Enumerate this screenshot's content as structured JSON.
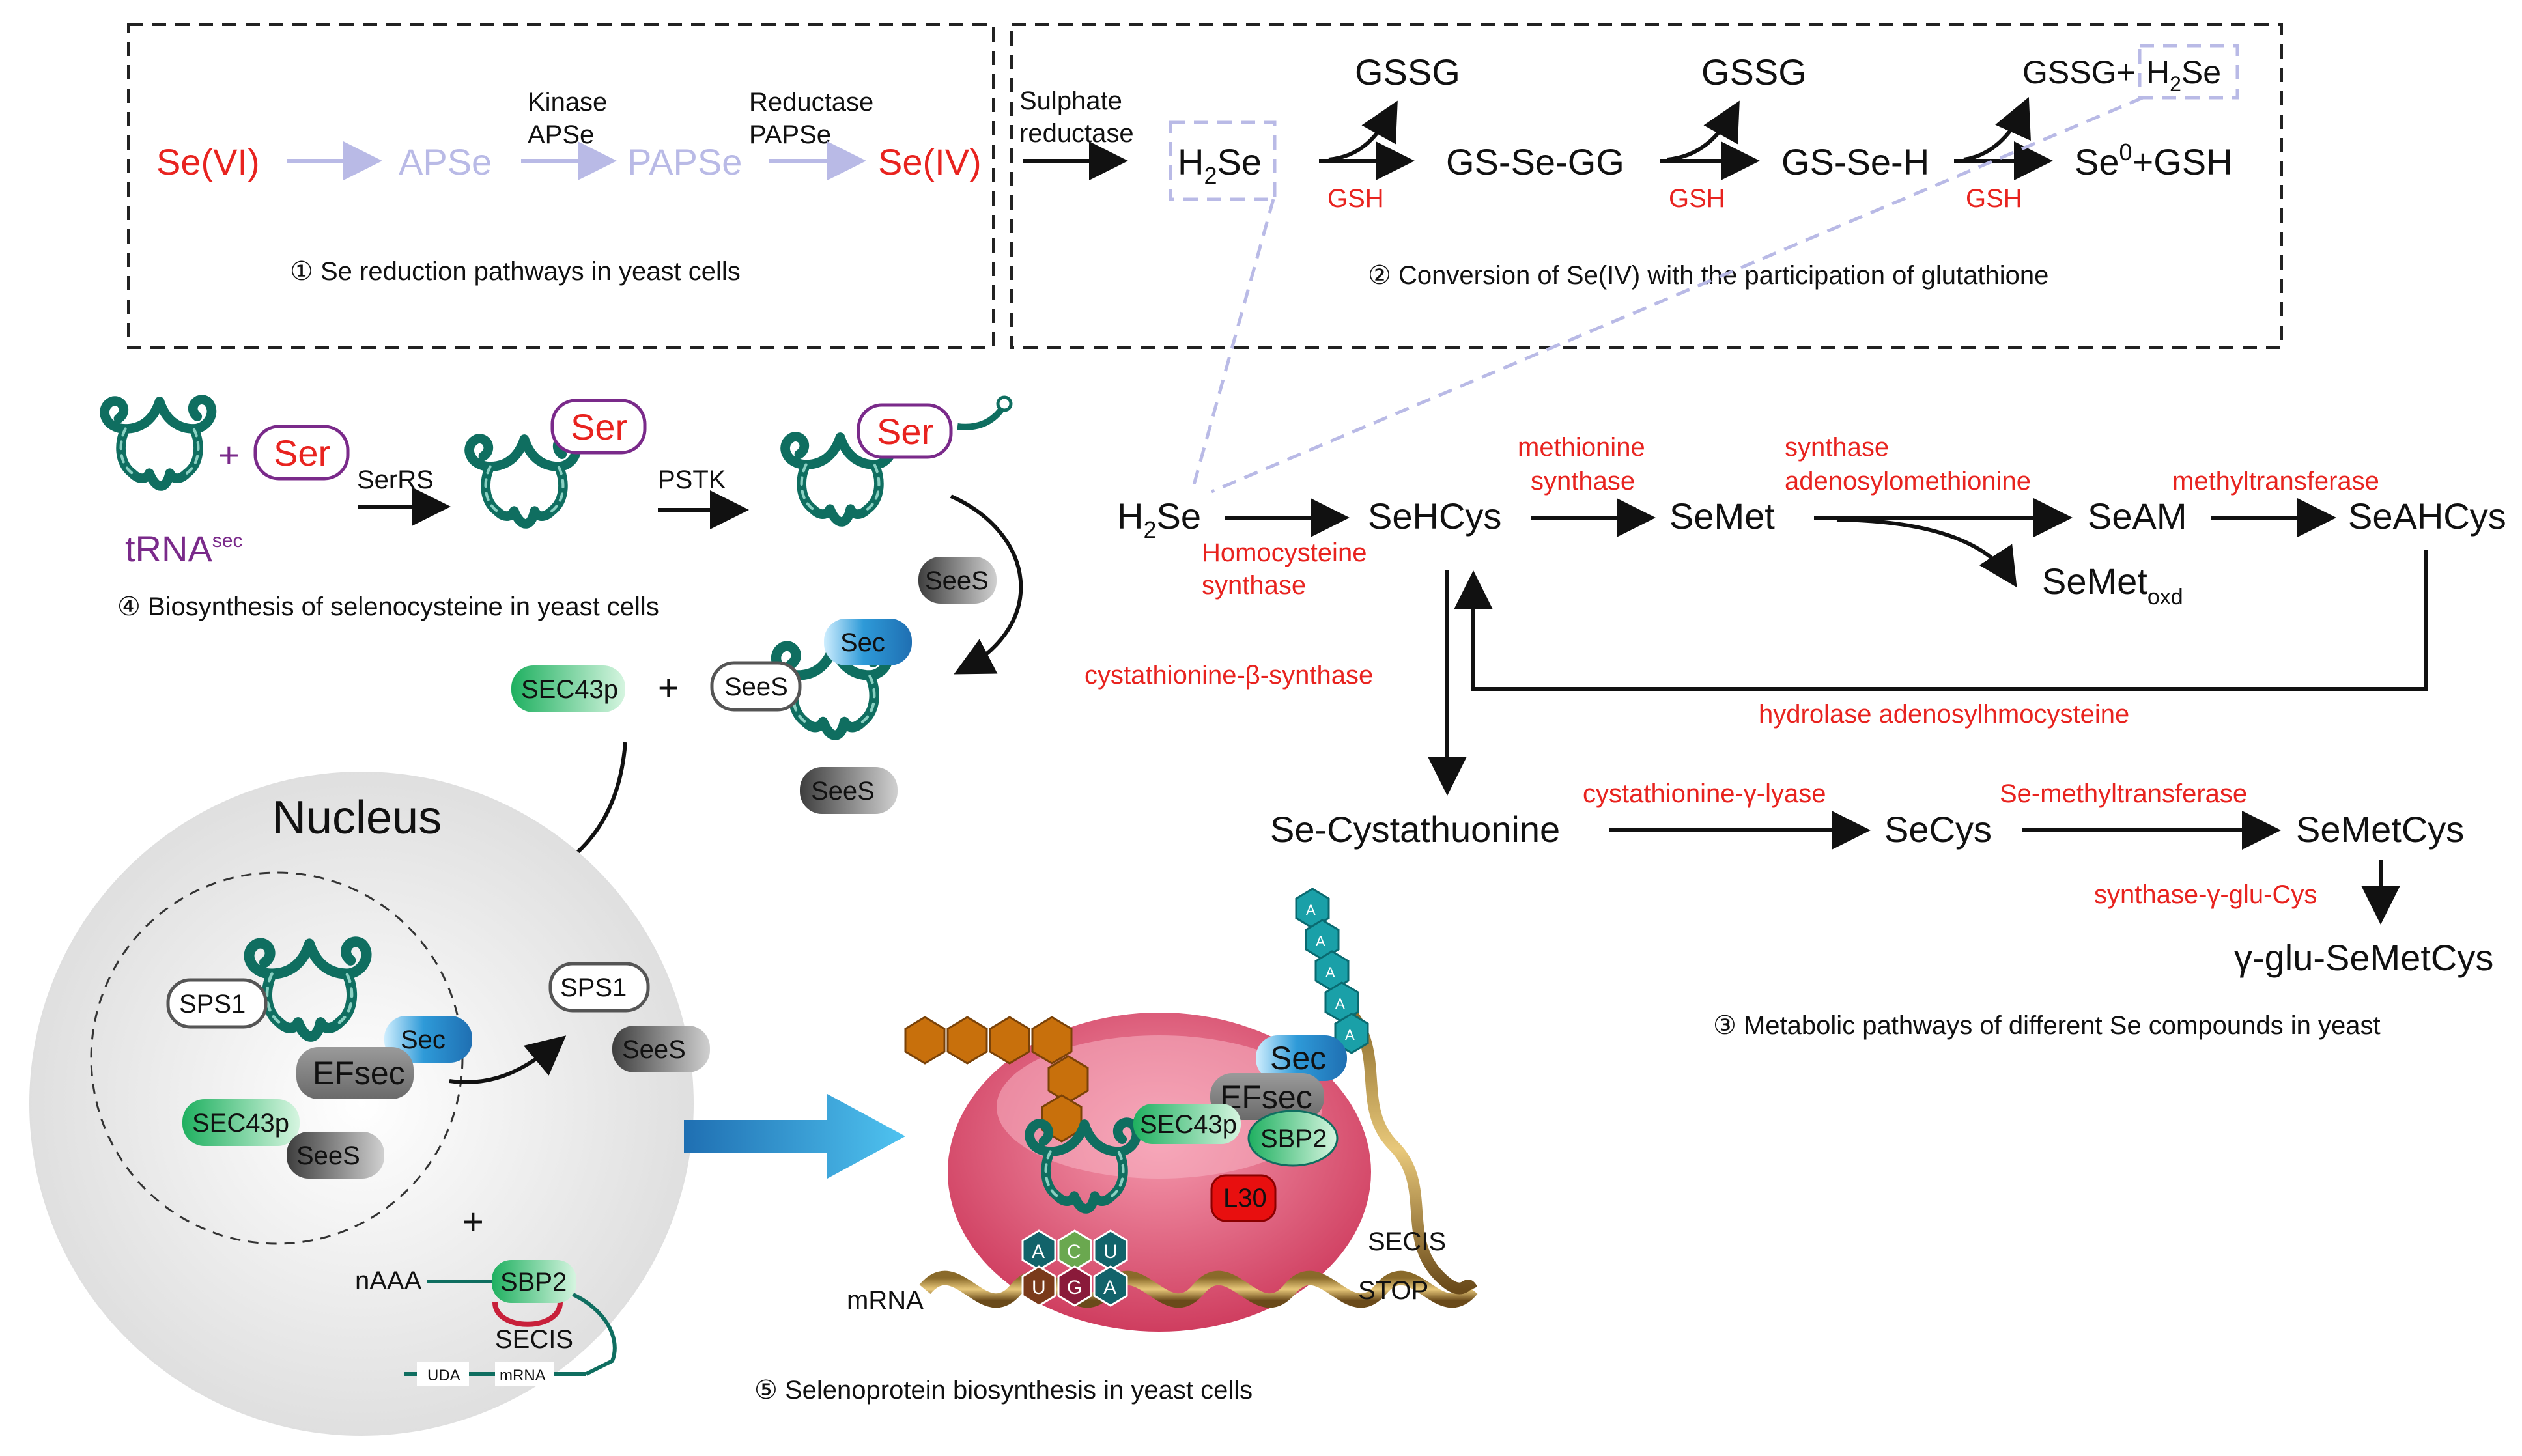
{
  "panel1": {
    "se_vi": "Se(VI)",
    "apse": "APSe",
    "papse": "PAPSe",
    "se_iv": "Se(IV)",
    "kinase_line1": "Kinase",
    "kinase_line2": "APSe",
    "reductase_line1": "Reductase",
    "reductase_line2": "PAPSe",
    "caption": "① Se reduction pathways in yeast cells"
  },
  "panel2": {
    "sulphate_line1": "Sulphate",
    "sulphate_line2": "reductase",
    "h2se_main": "H",
    "h2se_sub": "2",
    "h2se_tail": "Se",
    "gssg1": "GSSG",
    "gssg2": "GSSG",
    "gssg3": "GSSG+ ",
    "gsh1": "GSH",
    "gsh2": "GSH",
    "gsh3": "GSH",
    "gs_se_gg": "GS-Se-GG",
    "gs_se_h": "GS-Se-H",
    "se0_main": "Se",
    "se0_sup": "0",
    "se0_tail": "+GSH",
    "caption": "② Conversion of Se(IV) with the participation of glutathione"
  },
  "panel3": {
    "h2se_main": "H",
    "h2se_sub": "2",
    "h2se_tail": "Se",
    "sehcys": "SeHCys",
    "semet": "SeMet",
    "seam": "SeAM",
    "seahcys": "SeAHCys",
    "semetoxd_main": "SeMet",
    "semetoxd_sub": "oxd",
    "homocysteine_synthase_line1": "Homocysteine",
    "homocysteine_synthase_line2": "synthase",
    "methionine_synthase_line1": "methionine",
    "methionine_synthase_line2": "synthase",
    "adomet_synthase_line1": "synthase",
    "adomet_synthase_line2": "adenosylomethionine",
    "methyltransferase": "methyltransferase",
    "cbs": "cystathionine-β-synthase",
    "hydrolase": "hydrolase adenosylhmocysteine",
    "se_cystathuonine": "Se-Cystathuonine",
    "secys": "SeCys",
    "semetcys": "SeMetCys",
    "cgl": "cystathionine-γ-lyase",
    "se_methyltransferase": "Se-methyltransferase",
    "gglu_cys_synthase": "synthase-γ-glu-Cys",
    "gglu_semetcys": "γ-glu-SeMetCys",
    "caption": "③ Metabolic pathways of different Se compounds in yeast"
  },
  "panel4": {
    "ser": "Ser",
    "plus": "+",
    "trna_main": "tRNA",
    "trna_sup": "sec",
    "serrs": "SerRS",
    "pstk": "PSTK",
    "sees": "SeeS",
    "sec": "Sec",
    "sec43p": "SEC43p",
    "caption": "④ Biosynthesis of selenocysteine in yeast cells"
  },
  "panel5": {
    "nucleus": "Nucleus",
    "sps1": "SPS1",
    "sec": "Sec",
    "efsec": "EFsec",
    "sec43p": "SEC43p",
    "sees": "SeeS",
    "plus": "+",
    "naaa": "nAAA",
    "sbp2": "SBP2",
    "secis": "SECIS",
    "uda": "UDA",
    "mrna": "mRNA",
    "l30": "L30",
    "stop": "STOP",
    "codon_top": [
      "A",
      "C",
      "U"
    ],
    "codon_bottom": [
      "U",
      "G",
      "A"
    ],
    "polya": [
      "A",
      "A",
      "A",
      "A",
      "A"
    ],
    "caption": "⑤ Selenoprotein biosynthesis in yeast cells"
  },
  "colors": {
    "red": "#e8231f",
    "faint_arrow": "#b9bae6",
    "trna_teal": "#0f6e60",
    "sec_blue": "#1f86c8",
    "sec43p_green": "#2fb86a",
    "sees_gray": "#5a5a5a",
    "ribosome_pink": "#e05a78",
    "peptide_orange": "#c8700c",
    "polya_teal": "#1aa0a8",
    "nucleus_gray": "#e6e6e6"
  }
}
